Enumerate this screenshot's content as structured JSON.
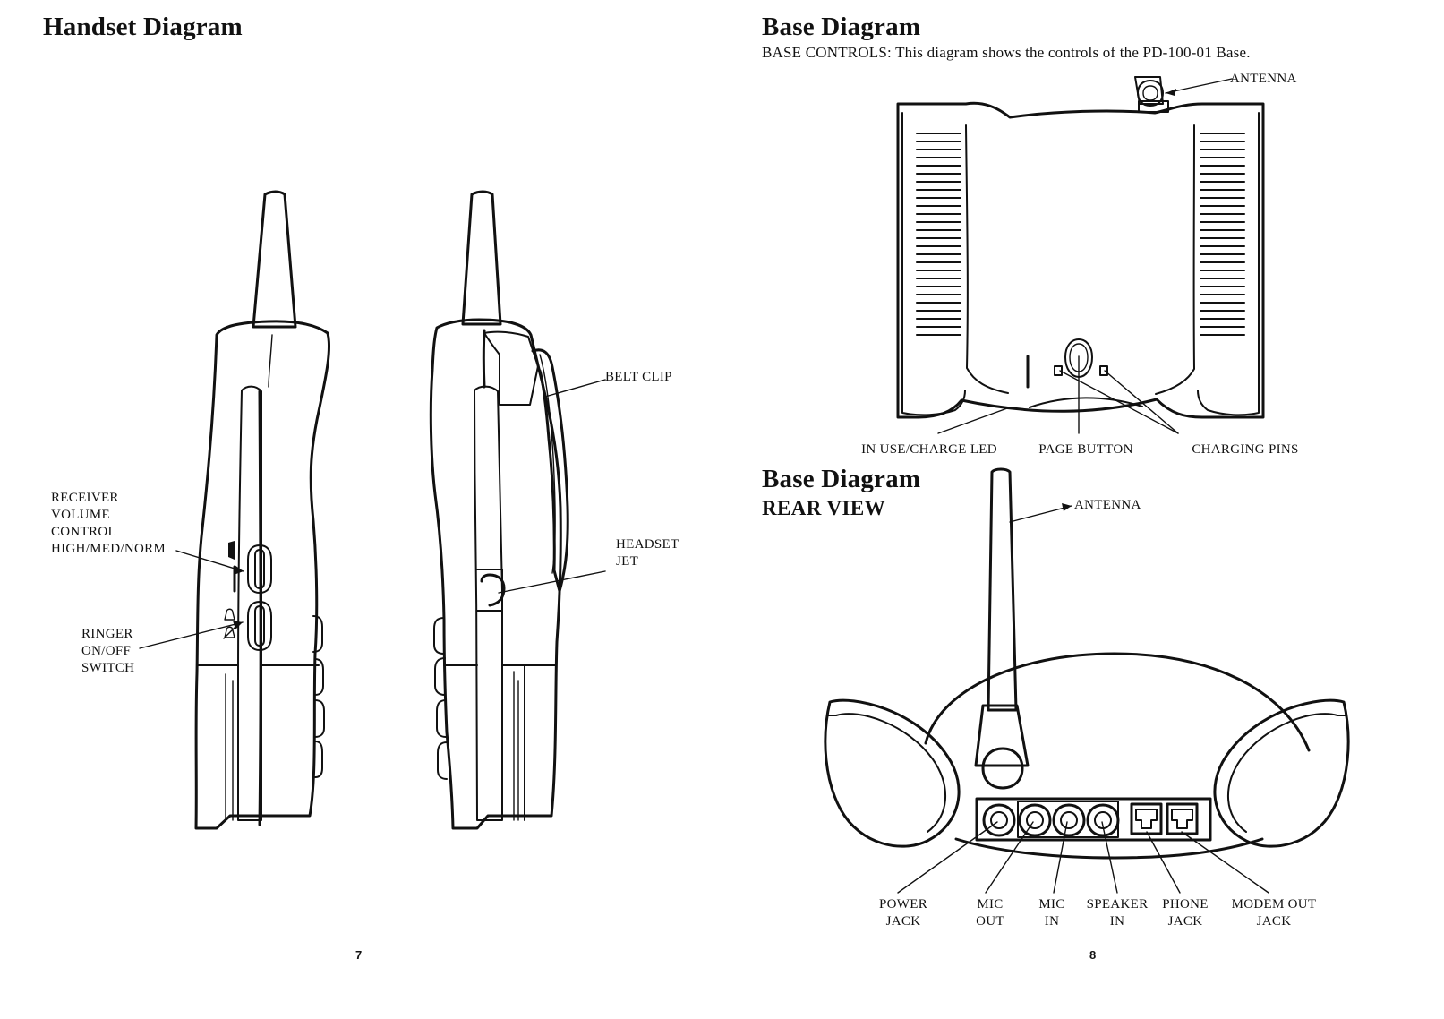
{
  "left_page": {
    "title": "Handset Diagram",
    "labels": {
      "receiver_line1": "RECEIVER",
      "receiver_line2": "VOLUME",
      "receiver_line3": "CONTROL",
      "receiver_line4": "HIGH/MED/NORM",
      "ringer_line1": "RINGER",
      "ringer_line2": "ON/OFF",
      "ringer_line3": "SWITCH",
      "belt_clip": "BELT CLIP",
      "headset_line1": "HEADSET",
      "headset_line2": "JET"
    },
    "page_number": "7"
  },
  "right_page": {
    "base_top": {
      "title": "Base Diagram",
      "description": "BASE CONTROLS: This diagram shows the controls of the PD-100-01 Base.",
      "labels": {
        "antenna": "ANTENNA",
        "in_use_led": "IN USE/CHARGE LED",
        "page_button": "PAGE BUTTON",
        "charging_pins": "CHARGING PINS"
      }
    },
    "base_rear": {
      "title": "Base Diagram",
      "subtitle": "REAR VIEW",
      "labels": {
        "antenna": "ANTENNA",
        "power_line1": "POWER",
        "power_line2": "JACK",
        "mic_out_line1": "MIC",
        "mic_out_line2": "OUT",
        "mic_in_line1": "MIC",
        "mic_in_line2": "IN",
        "speaker_line1": "SPEAKER",
        "speaker_line2": "IN",
        "phone_line1": "PHONE",
        "phone_line2": "JACK",
        "modem_line1": "MODEM OUT",
        "modem_line2": "JACK"
      }
    },
    "page_number": "8"
  }
}
